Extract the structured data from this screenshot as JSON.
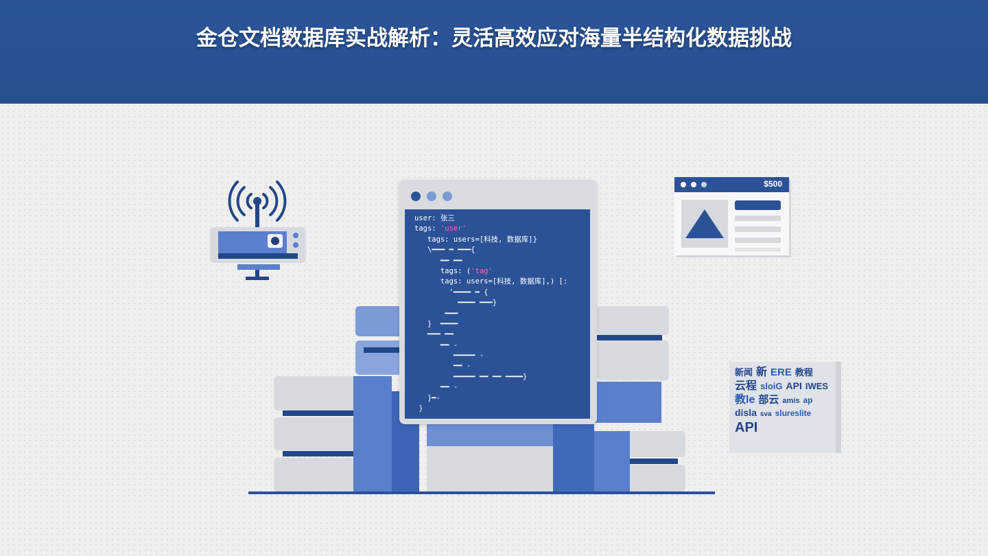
{
  "header": {
    "title": "金仓文档数据库实战解析：灵活高效应对海量半结构化数据挑战"
  },
  "code_window": {
    "lines": [
      {
        "text": "user: 张三"
      },
      {
        "text": "tags: ",
        "hl": "'user'"
      },
      {
        "text": "   tags: users=[科技, 数据库]}"
      },
      {
        "text": "   \\━━━ ━ ━━━{"
      },
      {
        "text": "      ━━ ━━"
      },
      {
        "text": "      tags: (",
        "hl": "'tag'"
      },
      {
        "text": "      tags: users=[科技, 数据库],) [:"
      },
      {
        "text": "        '━━━━ ━ {"
      },
      {
        "text": "          ━━━━ ━━━}"
      },
      {
        "text": "       ━━━"
      },
      {
        "text": "   }  ━━━━"
      },
      {
        "text": "   ━━━ ━━"
      },
      {
        "text": "      ━━ -"
      },
      {
        "text": "         ━━━━━ -"
      },
      {
        "text": "         ━━ -"
      },
      {
        "text": "         ━━━━━ ━━ ━━ ━━━━}"
      },
      {
        "text": "      ━━ -"
      },
      {
        "text": "   }━-"
      },
      {
        "text": " }"
      }
    ]
  },
  "browser_card": {
    "price": "$500"
  },
  "word_cloud": {
    "words": [
      "新闻",
      "新",
      "ERE",
      "教程",
      "云程",
      "sloiG",
      "API",
      "IWES",
      "教le",
      "部云",
      "amis",
      "ap",
      "disla",
      "sva",
      "slureslite",
      "API"
    ]
  },
  "colors": {
    "primary": "#2b5599",
    "accent": "#5a7fcc",
    "light": "#d6d9de",
    "highlight": "#ff5fa8"
  }
}
